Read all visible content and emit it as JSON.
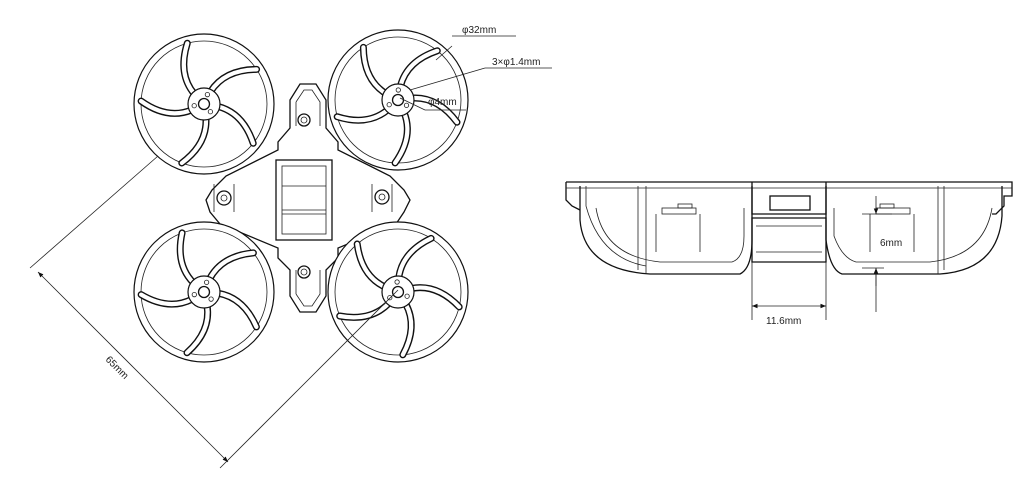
{
  "dimensions": {
    "prop_guard_diameter": "φ32mm",
    "mount_holes": "3×φ1.4mm",
    "center_hole": "φ4mm",
    "diagonal_wheelbase": "65mm",
    "frame_height": "6mm",
    "pod_width": "11.6mm"
  }
}
